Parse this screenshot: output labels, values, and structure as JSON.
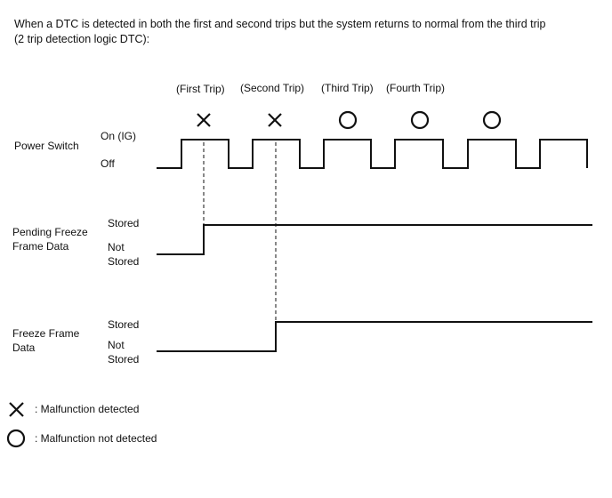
{
  "intro": {
    "line1": "When a DTC is detected in both the first and second trips but the system returns to normal from the third trip",
    "line2": "(2 trip detection logic DTC):"
  },
  "trips": [
    "(First Trip)",
    "(Second Trip)",
    "(Third Trip)",
    "(Fourth Trip)"
  ],
  "trip_results": [
    "malfunction-detected",
    "malfunction-detected",
    "malfunction-not-detected",
    "malfunction-not-detected",
    "malfunction-not-detected"
  ],
  "power_switch": {
    "label": "Power Switch",
    "on": "On (IG)",
    "off": "Off"
  },
  "pending_freeze_frame": {
    "label_line1": "Pending Freeze",
    "label_line2": "Frame Data",
    "stored": "Stored",
    "not_line1": "Not",
    "not_line2": "Stored"
  },
  "freeze_frame": {
    "label_line1": "Freeze Frame",
    "label_line2": "Data",
    "stored": "Stored",
    "not_line1": "Not",
    "not_line2": "Stored"
  },
  "legend": {
    "detected": ": Malfunction detected",
    "not_detected": ": Malfunction not detected"
  }
}
